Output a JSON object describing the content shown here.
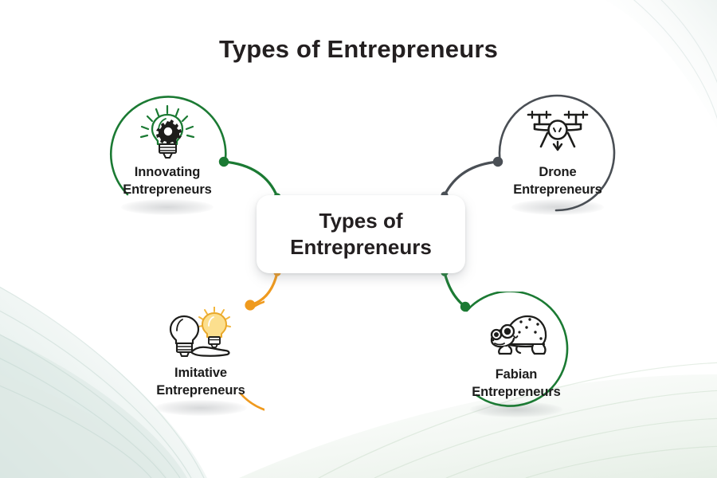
{
  "page": {
    "title": "Types of Entrepreneurs",
    "background_color": "#ffffff",
    "text_color": "#231f20"
  },
  "center": {
    "name": "center-node",
    "line1": "Types of",
    "line2": "Entrepreneurs",
    "card_color": "#ffffff"
  },
  "nodes": [
    {
      "id": "innovating",
      "label_line1": "Innovating",
      "label_line2": "Entrepreneurs",
      "icon": "lightbulb-gear-icon",
      "color": "#1b7a33",
      "position": "top-left"
    },
    {
      "id": "drone",
      "label_line1": "Drone",
      "label_line2": "Entrepreneurs",
      "icon": "drone-icon",
      "color": "#4a4f55",
      "position": "top-right"
    },
    {
      "id": "imitative",
      "label_line1": "Imitative",
      "label_line2": "Entrepreneurs",
      "icon": "hand-two-bulbs-icon",
      "color": "#ef9a1e",
      "position": "bottom-left"
    },
    {
      "id": "fabian",
      "label_line1": "Fabian",
      "label_line2": "Entrepreneurs",
      "icon": "tortoise-icon",
      "color": "#1b7a33",
      "position": "bottom-right"
    }
  ],
  "connectors": [
    {
      "from": "innovating",
      "to": "center",
      "color": "#1b7a33"
    },
    {
      "from": "drone",
      "to": "center",
      "color": "#4a4f55"
    },
    {
      "from": "imitative",
      "to": "center",
      "color": "#ef9a1e"
    },
    {
      "from": "fabian",
      "to": "center",
      "color": "#1b7a33"
    }
  ]
}
